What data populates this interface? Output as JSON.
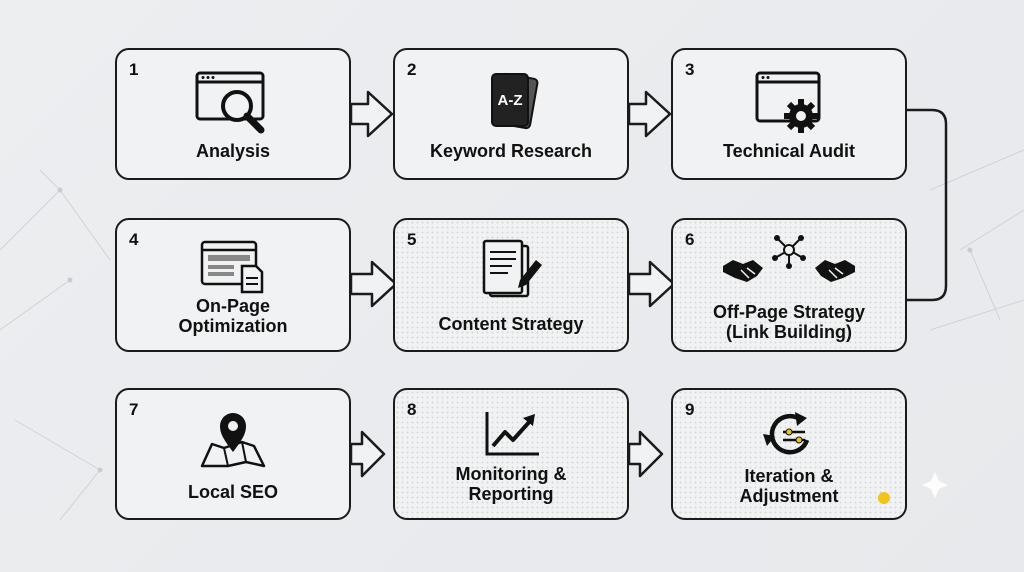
{
  "steps": [
    {
      "number": "1",
      "label": "Analysis",
      "icon": "magnifier-window-icon"
    },
    {
      "number": "2",
      "label": "Keyword Research",
      "icon": "a-z-cards-icon",
      "icon_text": "A-Z"
    },
    {
      "number": "3",
      "label": "Technical Audit",
      "icon": "browser-gear-icon"
    },
    {
      "number": "4",
      "label_lines": [
        "On-Page",
        "Optimization"
      ],
      "icon": "webpage-document-icon"
    },
    {
      "number": "5",
      "label": "Content Strategy",
      "icon": "document-pen-icon"
    },
    {
      "number": "6",
      "label_lines": [
        "Off-Page Strategy",
        "(Link Building)"
      ],
      "icon": "handshake-network-icon"
    },
    {
      "number": "7",
      "label": "Local SEO",
      "icon": "map-pin-icon"
    },
    {
      "number": "8",
      "label_lines": [
        "Monitoring &",
        "Reporting"
      ],
      "icon": "trend-chart-icon"
    },
    {
      "number": "9",
      "label_lines": [
        "Iteration &",
        "Adjustment"
      ],
      "icon": "cycle-adjust-icon"
    }
  ],
  "colors": {
    "stroke": "#1b1b1b",
    "box_fill": "#f1f2f3",
    "accent": "#f2c418"
  }
}
